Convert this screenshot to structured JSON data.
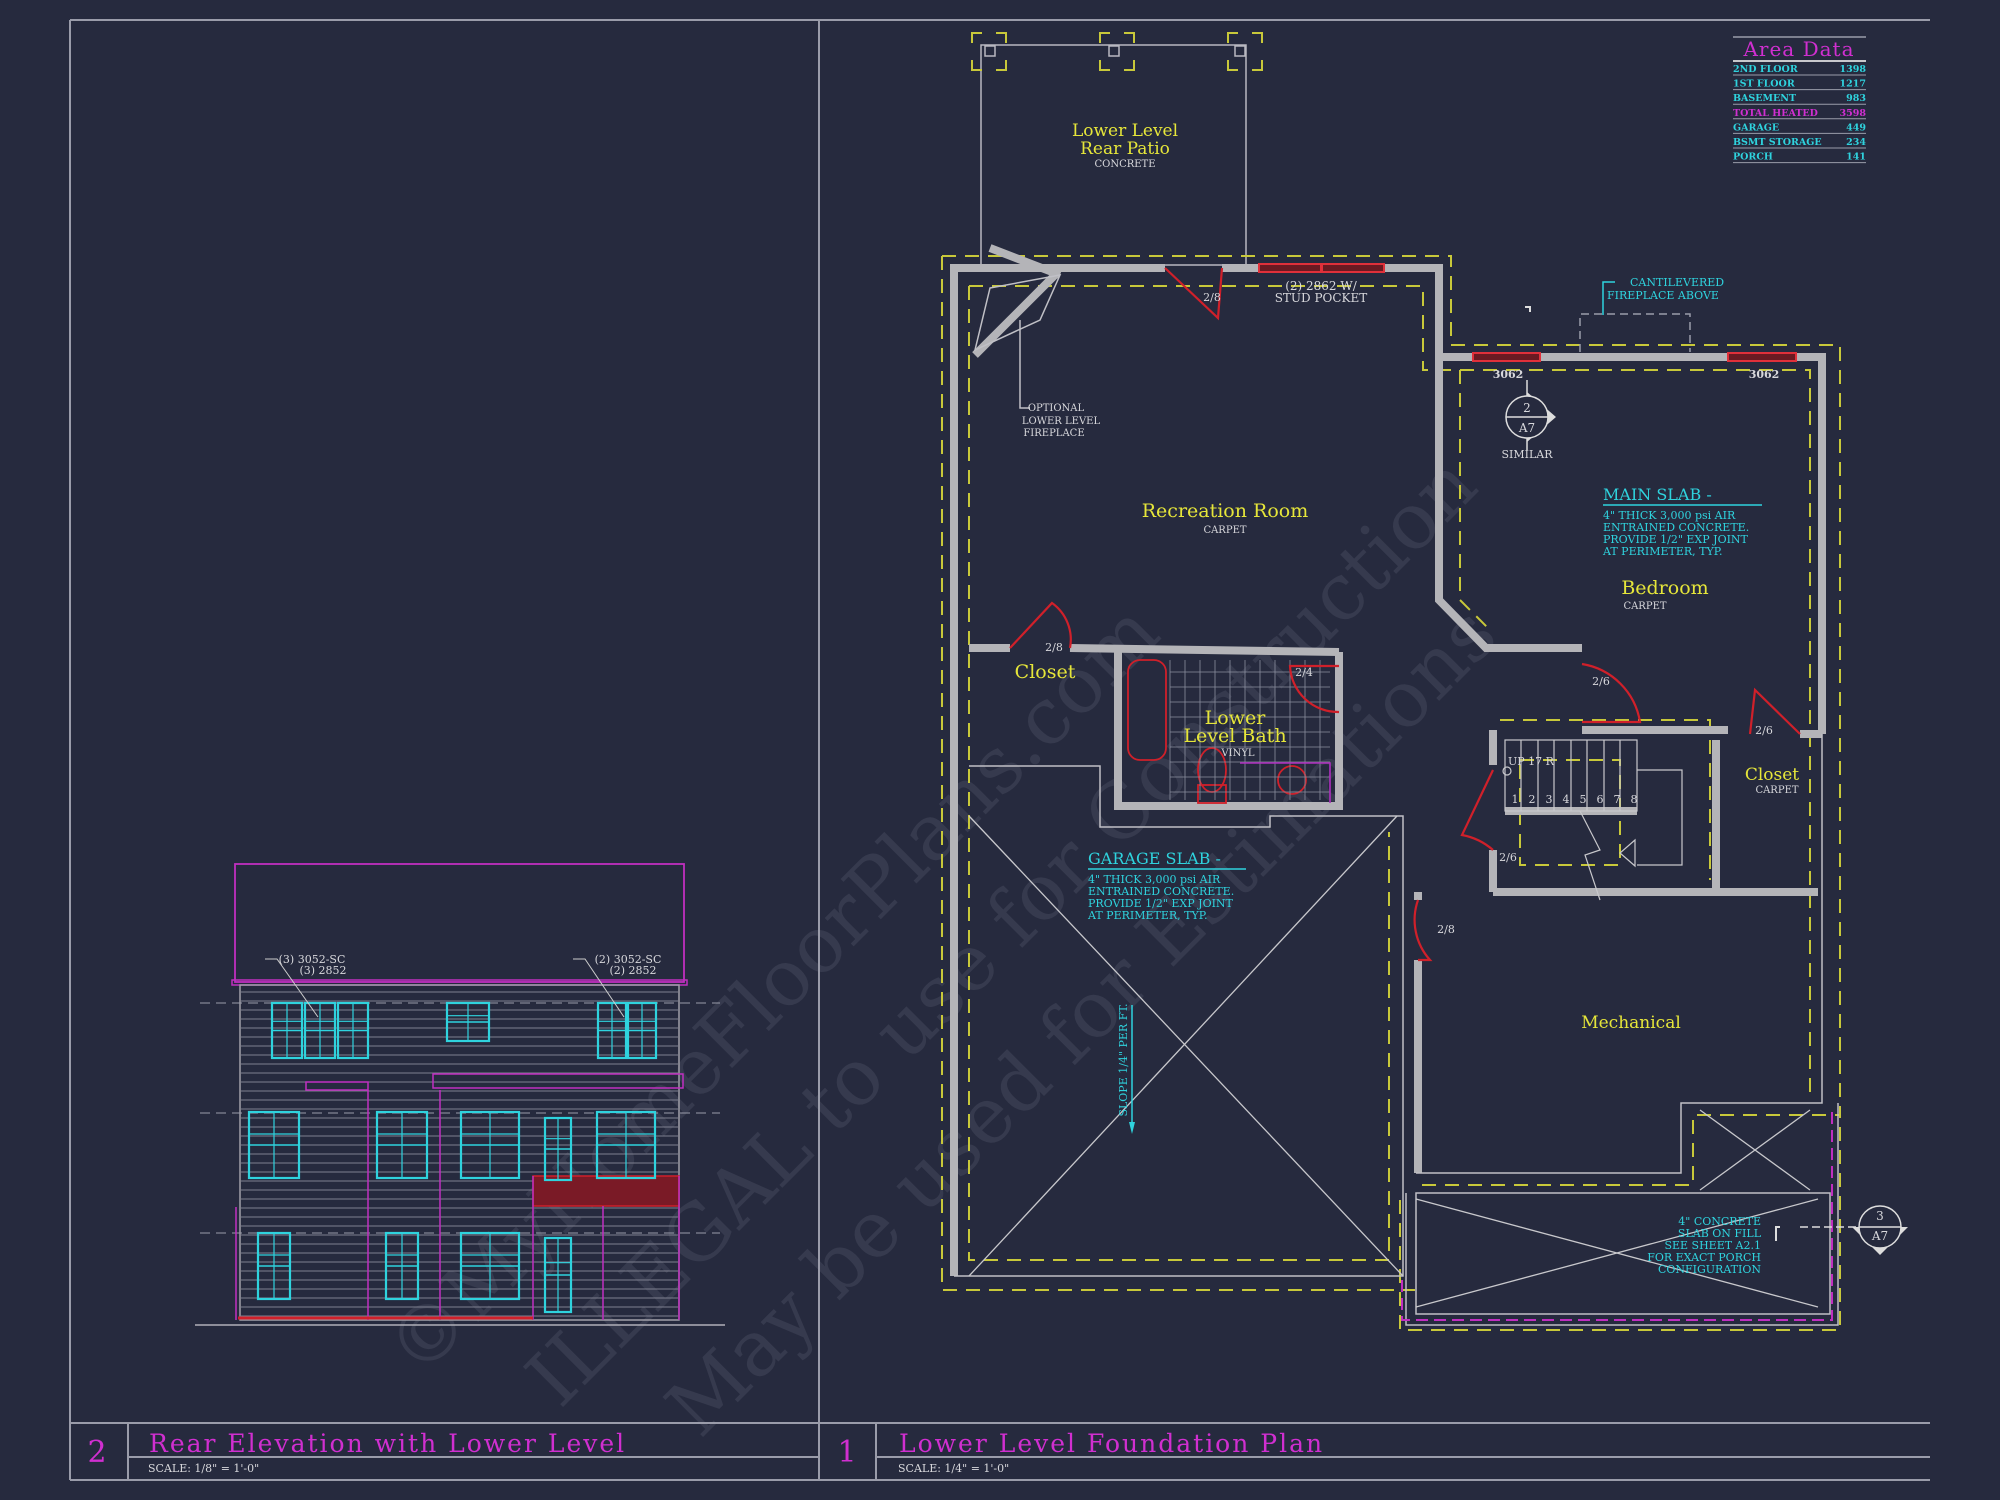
{
  "colors": {
    "background": "#262a3e",
    "frame": "#9a9caa",
    "walls": "#b4b4b8",
    "room_labels": "#e6e63a",
    "notes": "#2fd3de",
    "titles": "#d02fd0",
    "doors_windows": "#d0202a"
  },
  "area_data": {
    "title": "Area Data",
    "rows": [
      {
        "label": "2ND FLOOR",
        "value": "1398"
      },
      {
        "label": "1ST FLOOR",
        "value": "1217"
      },
      {
        "label": "BASEMENT",
        "value": "983"
      },
      {
        "label": "TOTAL HEATED",
        "value": "3598",
        "highlight": true
      },
      {
        "label": "GARAGE",
        "value": "449"
      },
      {
        "label": "BSMT STORAGE",
        "value": "234"
      },
      {
        "label": "PORCH",
        "value": "141"
      }
    ]
  },
  "plan": {
    "rooms": {
      "patio_1": "Lower Level",
      "patio_2": "Rear Patio",
      "patio_finish": "CONCRETE",
      "recreation": "Recreation Room",
      "recreation_finish": "CARPET",
      "closet_left": "Closet",
      "bath_1": "Lower",
      "bath_2": "Level Bath",
      "bath_finish": "VINYL",
      "bedroom": "Bedroom",
      "bedroom_finish": "CARPET",
      "closet_right": "Closet",
      "closet_right_finish": "CARPET",
      "mechanical": "Mechanical"
    },
    "notes": {
      "fireplace": [
        "OPTIONAL",
        "LOWER LEVEL",
        "FIREPLACE"
      ],
      "stud_pocket": [
        "(2) 2862 W/",
        "STUD POCKET"
      ],
      "cantilevered": [
        "CANTILEVERED",
        "FIREPLACE ABOVE"
      ],
      "main_slab_title": "MAIN SLAB -",
      "main_slab": [
        "4\" THICK 3,000 psi AIR",
        "ENTRAINED CONCRETE.",
        "PROVIDE 1/2\" EXP JOINT",
        "AT PERIMETER, TYP."
      ],
      "garage_slab_title": "GARAGE SLAB -",
      "garage_slab": [
        "4\" THICK 3,000 psi AIR",
        "ENTRAINED CONCRETE.",
        "PROVIDE 1/2\" EXP JOINT",
        "AT PERIMETER, TYP."
      ],
      "slope": "SLOPE 1/4\" PER FT.",
      "porch": [
        "4\" CONCRETE",
        "SLAB ON FILL",
        "SEE SHEET A2.1",
        "FOR EXACT PORCH",
        "CONFIGURATION"
      ],
      "stair": "UP 17 R",
      "stair_steps": [
        "1",
        "2",
        "3",
        "4",
        "5",
        "6",
        "7",
        "8"
      ]
    },
    "door_labels": {
      "rec_top": "2/8",
      "closet_left": "2/8",
      "bath": "2/4",
      "bedroom": "2/6",
      "closet_right": "2/6",
      "stair": "2/6",
      "mechanical": "2/8"
    },
    "window_labels": {
      "bedroom_left": "3062",
      "bedroom_right": "3062"
    },
    "section_markers": [
      {
        "number": "2",
        "sheet": "A7",
        "note": "SIMILAR"
      },
      {
        "number": "3",
        "sheet": "A7"
      }
    ]
  },
  "elevation": {
    "callout_left": [
      "(3) 3052-SC",
      "(3) 2852"
    ],
    "callout_right": [
      "(2) 3052-SC",
      "(2) 2852"
    ]
  },
  "title_blocks": [
    {
      "number": "2",
      "title": "Rear Elevation with Lower Level",
      "scale": "SCALE: 1/8\" = 1'-0\""
    },
    {
      "number": "1",
      "title": "Lower Level Foundation Plan",
      "scale": "SCALE: 1/4\" = 1'-0\""
    }
  ],
  "watermark": [
    "©MyHomeFloorPlans.com",
    "ILLEGAL to use for Construction",
    "May be used for Estimations"
  ]
}
